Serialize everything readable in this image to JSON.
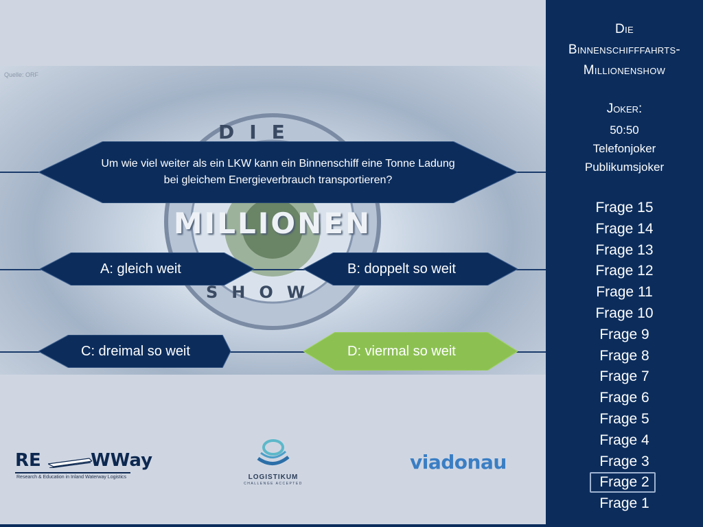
{
  "source_note": "Quelle: ORF",
  "show_logo": {
    "top": "DIE",
    "main": "MILLIONEN",
    "bottom": "SHOW"
  },
  "sidebar": {
    "title_lines": [
      "Die",
      "Binnenschifffahrts-",
      "Millionenshow"
    ],
    "joker_heading": "Joker:",
    "jokers": [
      "50:50",
      "Telefonjoker",
      "Publikumsjoker"
    ],
    "levels": [
      "Frage 15",
      "Frage 14",
      "Frage 13",
      "Frage 12",
      "Frage 11",
      "Frage 10",
      "Frage 9",
      "Frage 8",
      "Frage 7",
      "Frage 6",
      "Frage 5",
      "Frage 4",
      "Frage 3",
      "Frage 2",
      "Frage 1"
    ],
    "current_level": "Frage 2"
  },
  "question": {
    "text": "Um wie viel weiter als ein LKW kann ein Binnenschiff eine Tonne Ladung bei gleichem Energieverbrauch transportieren?"
  },
  "answers": {
    "a": "A: gleich weit",
    "b": "B: doppelt so weit",
    "c": "C: dreimal so weit",
    "d": "D: viermal so weit"
  },
  "colors": {
    "panel_blue": "#0c2d5c",
    "answer_highlight_green": "#8cc152",
    "background": "#cfd6e2"
  },
  "logos": {
    "rewway_left": "RE",
    "rewway_right": "WWay",
    "rewway_sub": "Research & Education in Inland Waterway Logistics",
    "logistikum": "LOGISTIKUM",
    "logistikum_sub": "CHALLENGE ACCEPTED",
    "viadonau": "viadonau"
  }
}
